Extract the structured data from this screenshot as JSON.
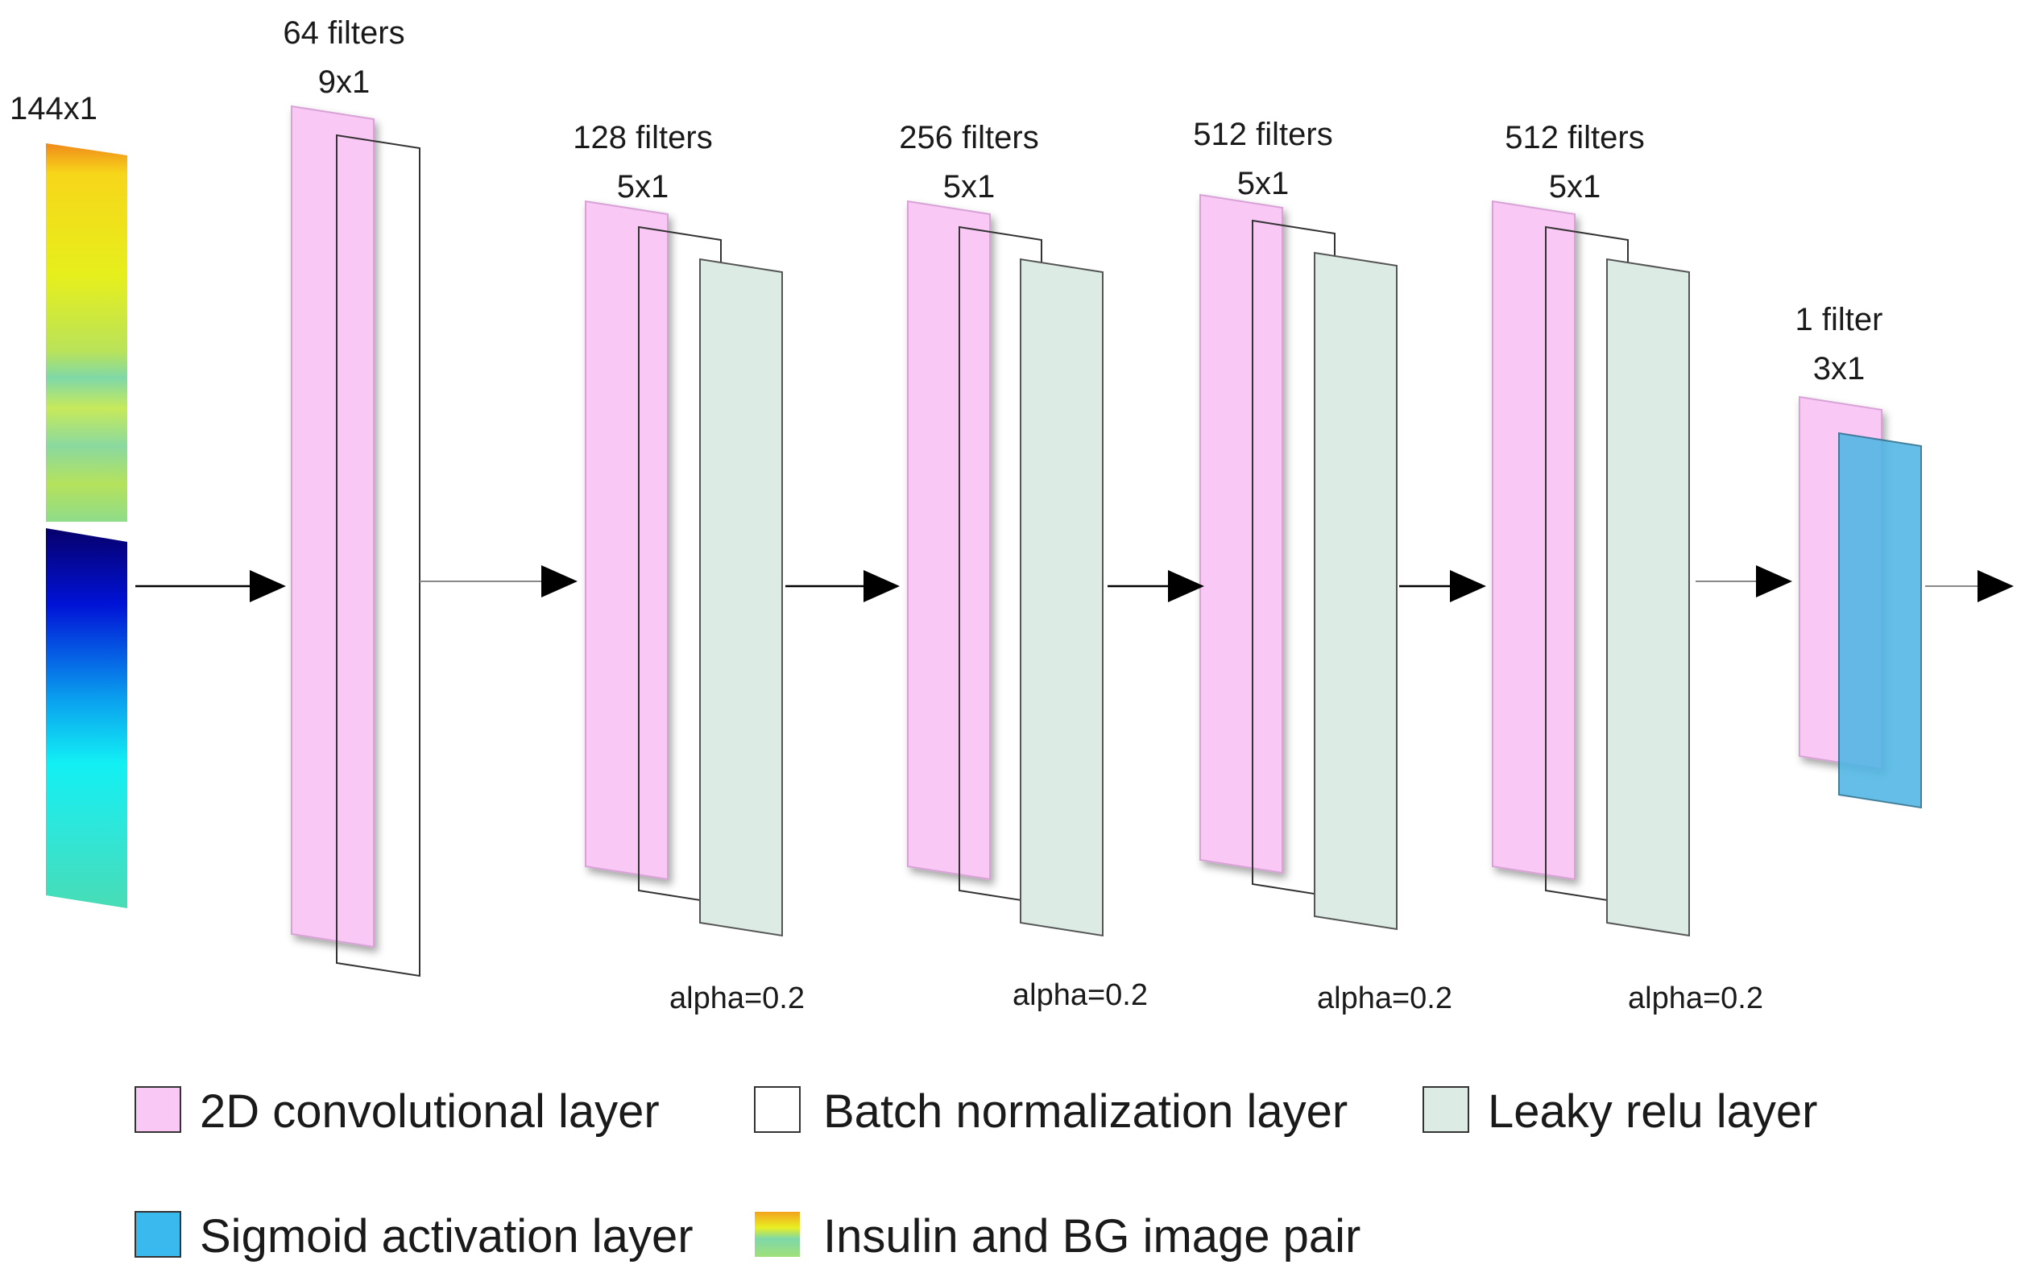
{
  "input": {
    "label": "144x1"
  },
  "blocks": [
    {
      "filters": "64 filters",
      "kernel": "9x1"
    },
    {
      "filters": "128 filters",
      "kernel": "5x1",
      "alpha": "alpha=0.2"
    },
    {
      "filters": "256 filters",
      "kernel": "5x1",
      "alpha": "alpha=0.2"
    },
    {
      "filters": "512 filters",
      "kernel": "5x1",
      "alpha": "alpha=0.2"
    },
    {
      "filters": "512 filters",
      "kernel": "5x1",
      "alpha": "alpha=0.2"
    },
    {
      "filters": "1 filter",
      "kernel": "3x1"
    }
  ],
  "legend": {
    "conv": "2D convolutional layer",
    "batchnorm": "Batch normalization layer",
    "leaky": "Leaky relu layer",
    "sigmoid": "Sigmoid activation layer",
    "pair": "Insulin and BG image pair"
  },
  "colors": {
    "conv": "#f9c8f4",
    "batchnorm": "#ffffff",
    "leaky": "#dcebe3",
    "sigmoid": "#4fb6e4",
    "arrow": "#000000"
  }
}
